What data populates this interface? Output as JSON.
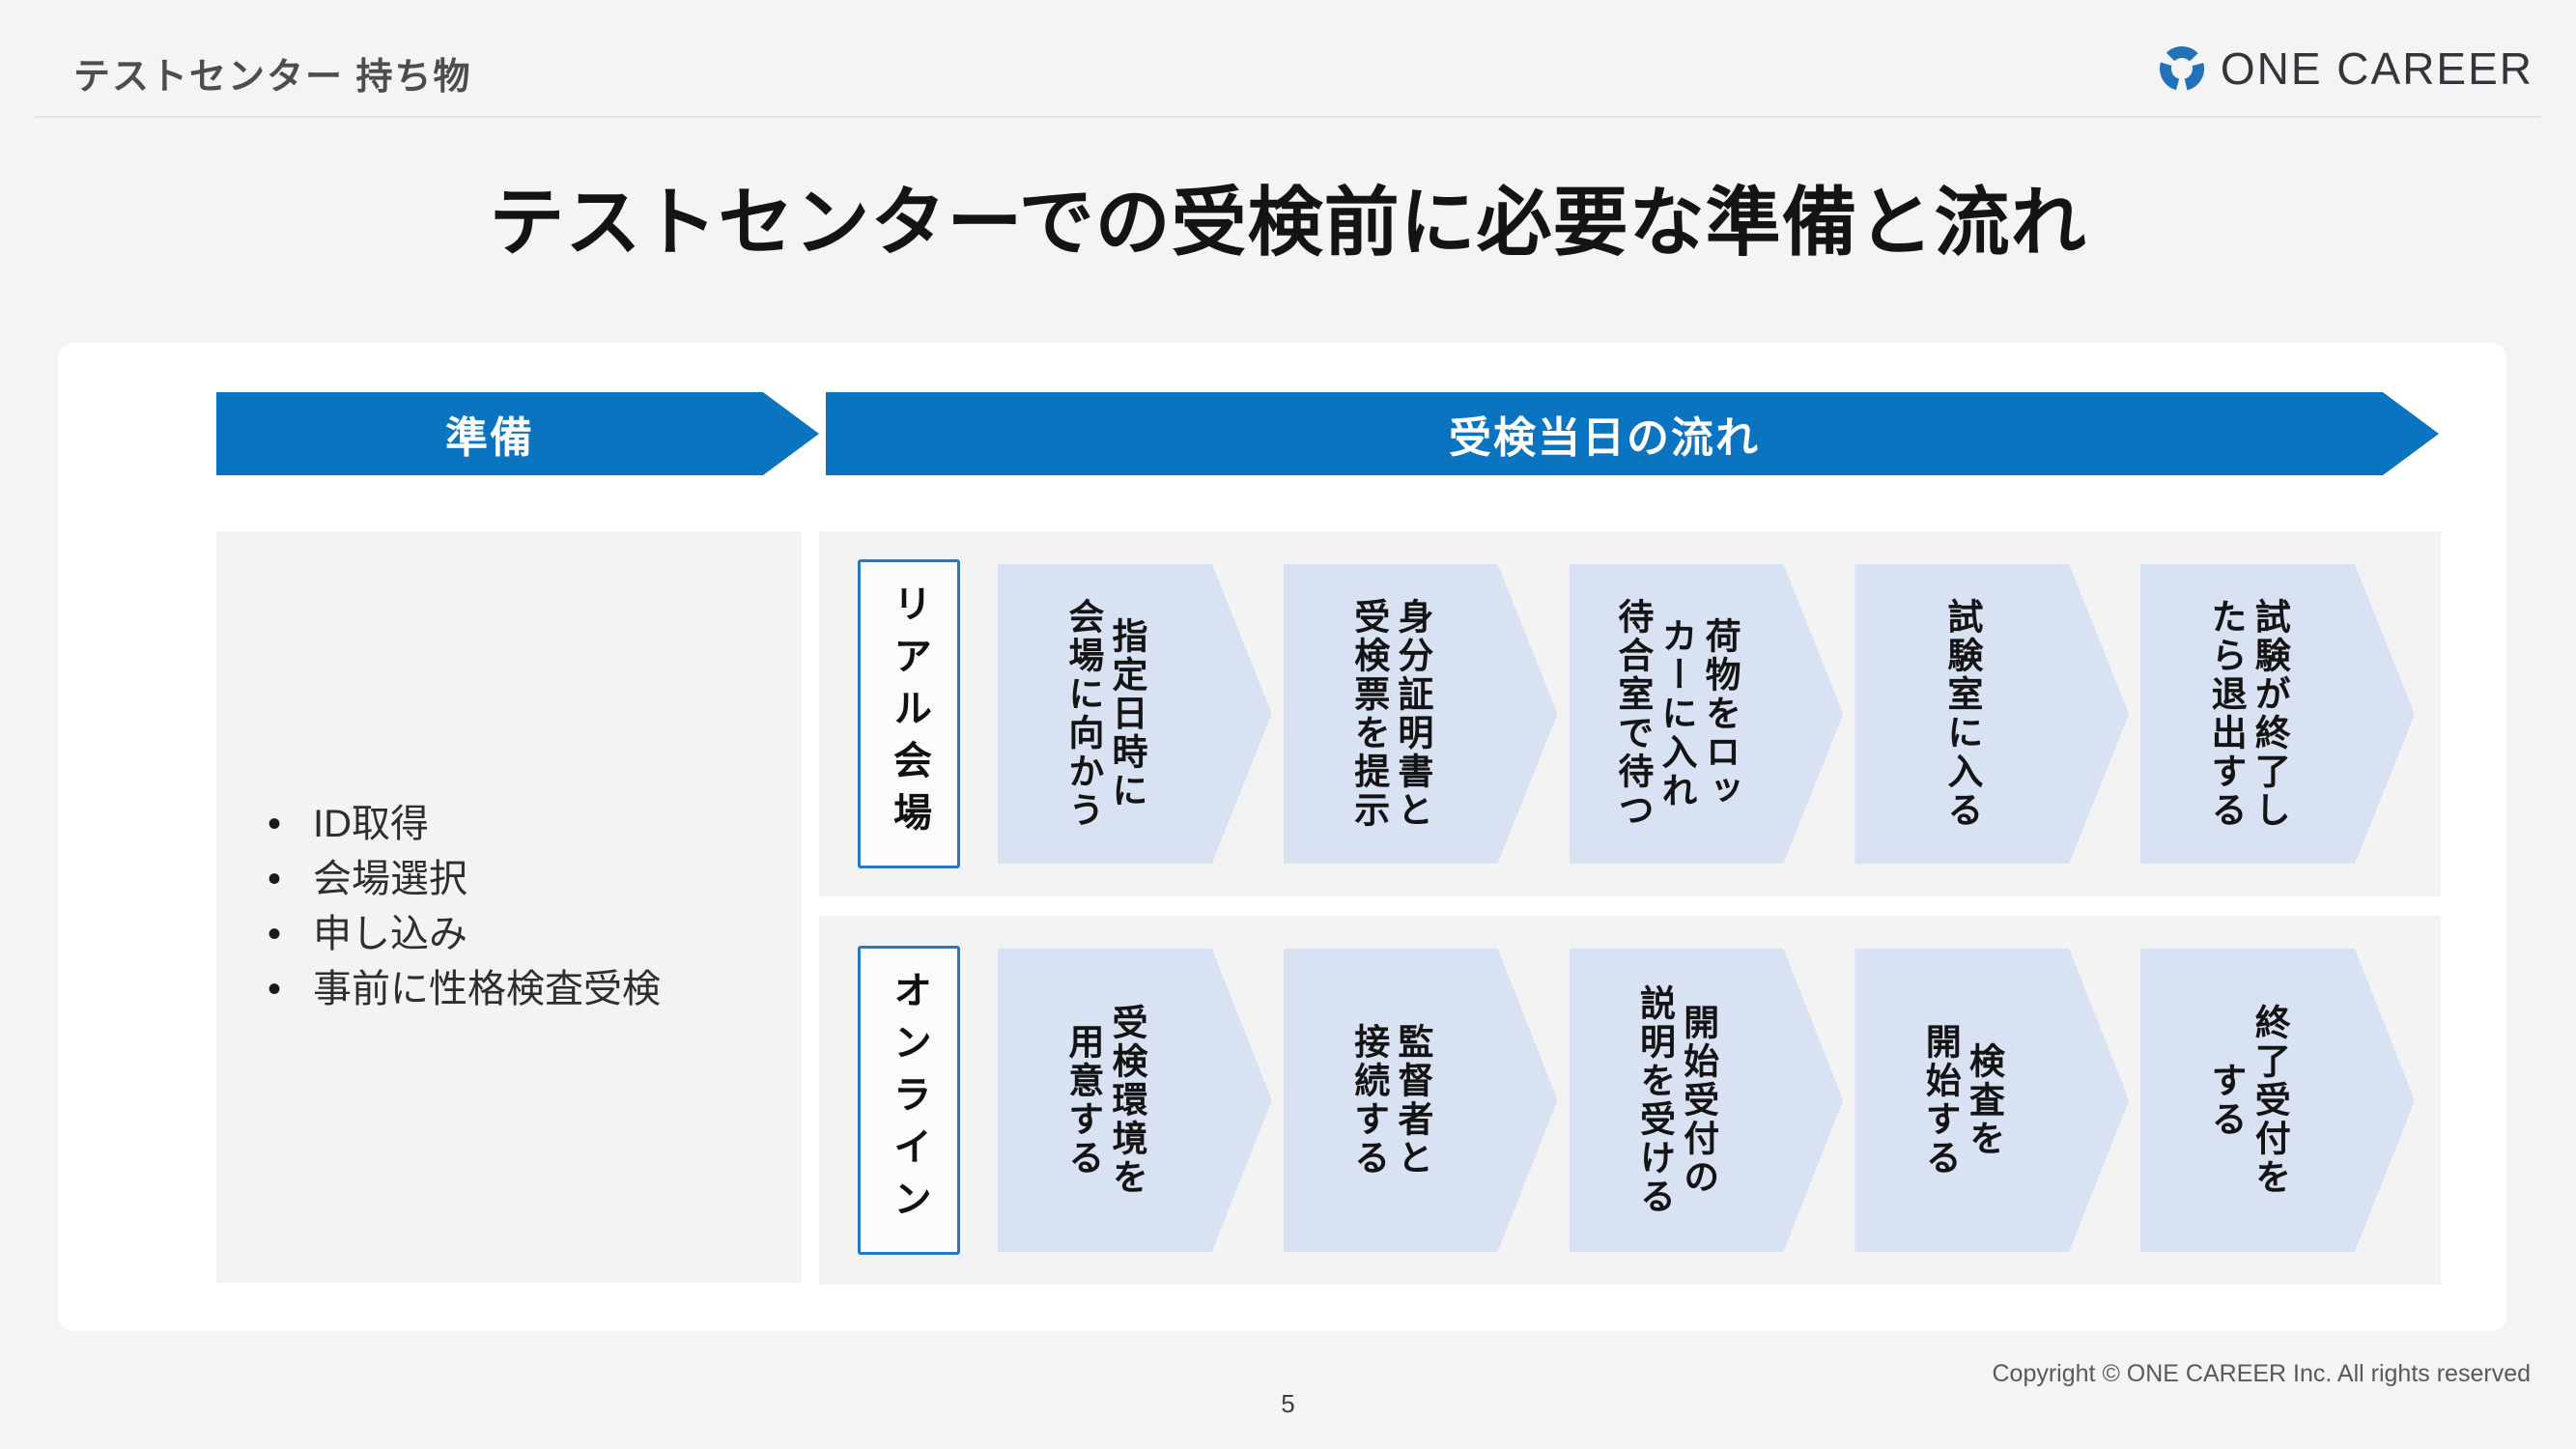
{
  "header": {
    "title": "テストセンター 持ち物"
  },
  "logo": {
    "brand": "ONE CAREER"
  },
  "main_title": "テストセンターでの受検前に必要な準備と流れ",
  "flow": {
    "prep_banner": "準備",
    "day_banner": "受検当日の流れ",
    "prep_items": [
      "ID取得",
      "会場選択",
      "申し込み",
      "事前に性格検査受検"
    ],
    "rows": [
      {
        "label": "リアル会場",
        "steps": [
          "指定日時に\n会場に向かう",
          "身分証明書と\n受検票を提示",
          "荷物をロッ\nカーに入れ\n待合室で待つ",
          "試験室に入る",
          "試験が終了し\nたら退出する"
        ]
      },
      {
        "label": "オンライン",
        "steps": [
          "受検環境を\n用意する",
          "監督者と\n接続する",
          "開始受付の\n説明を受ける",
          "検査を\n開始する",
          "終了受付を\nする"
        ]
      }
    ]
  },
  "footer": {
    "copyright": "Copyright © ONE CAREER Inc. All rights reserved",
    "page_number": "5"
  },
  "colors": {
    "banner_blue": "#0b74c0",
    "chevron_light_blue": "#d9e2f3",
    "label_border_blue": "#2379c4",
    "logo_blue": "#2172b9",
    "background_gray": "#f4f4f5"
  }
}
